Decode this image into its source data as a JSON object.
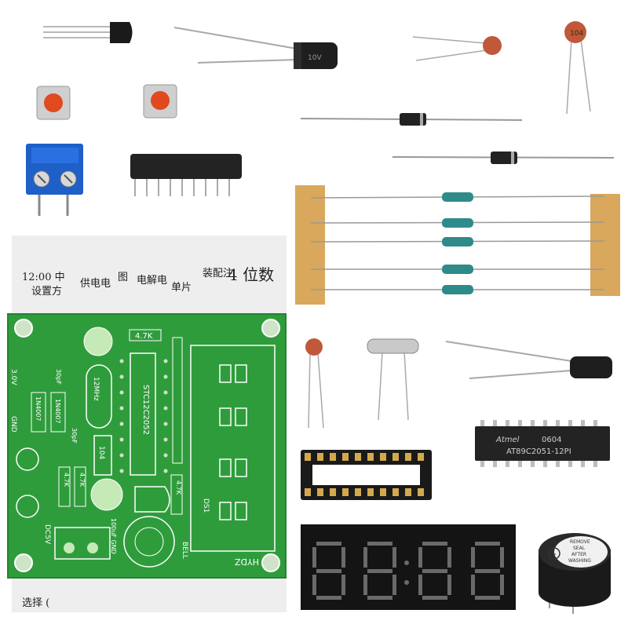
{
  "pcb": {
    "brand": "HYDZ",
    "resistor_top": "4.7K",
    "ic_label": "STC12C2052",
    "crystal": "12MHz",
    "cap_104": "104",
    "cap_30pf_a": "30pF",
    "cap_30pf_b": "30pF",
    "diode_a": "1N4007",
    "diode_b": "1N4007",
    "voltage": "3.0V",
    "gnd": "GND",
    "dc5v": "DC5V",
    "bell": "BELL",
    "ds1": "DS1",
    "r3": "4.7K",
    "r4": "4.7K",
    "r5": "4.7K",
    "cap_100uf": "100uF GND"
  },
  "components": {
    "cap_104_marking": "104",
    "chip_brand": "Atmel",
    "chip_date": "0604",
    "chip_part": "AT89C2051-12PI",
    "electrolytic_marking": "10V",
    "buzzer_sticker": [
      "REMOVE",
      "SEAL",
      "AFTER",
      "WASHING"
    ]
  },
  "manual": {
    "title": "4 位数",
    "lines": [
      "装配注",
      "单片",
      "电解电",
      "供电电",
      "图",
      "设置方",
      "12:00 中",
      "选择 ("
    ]
  }
}
